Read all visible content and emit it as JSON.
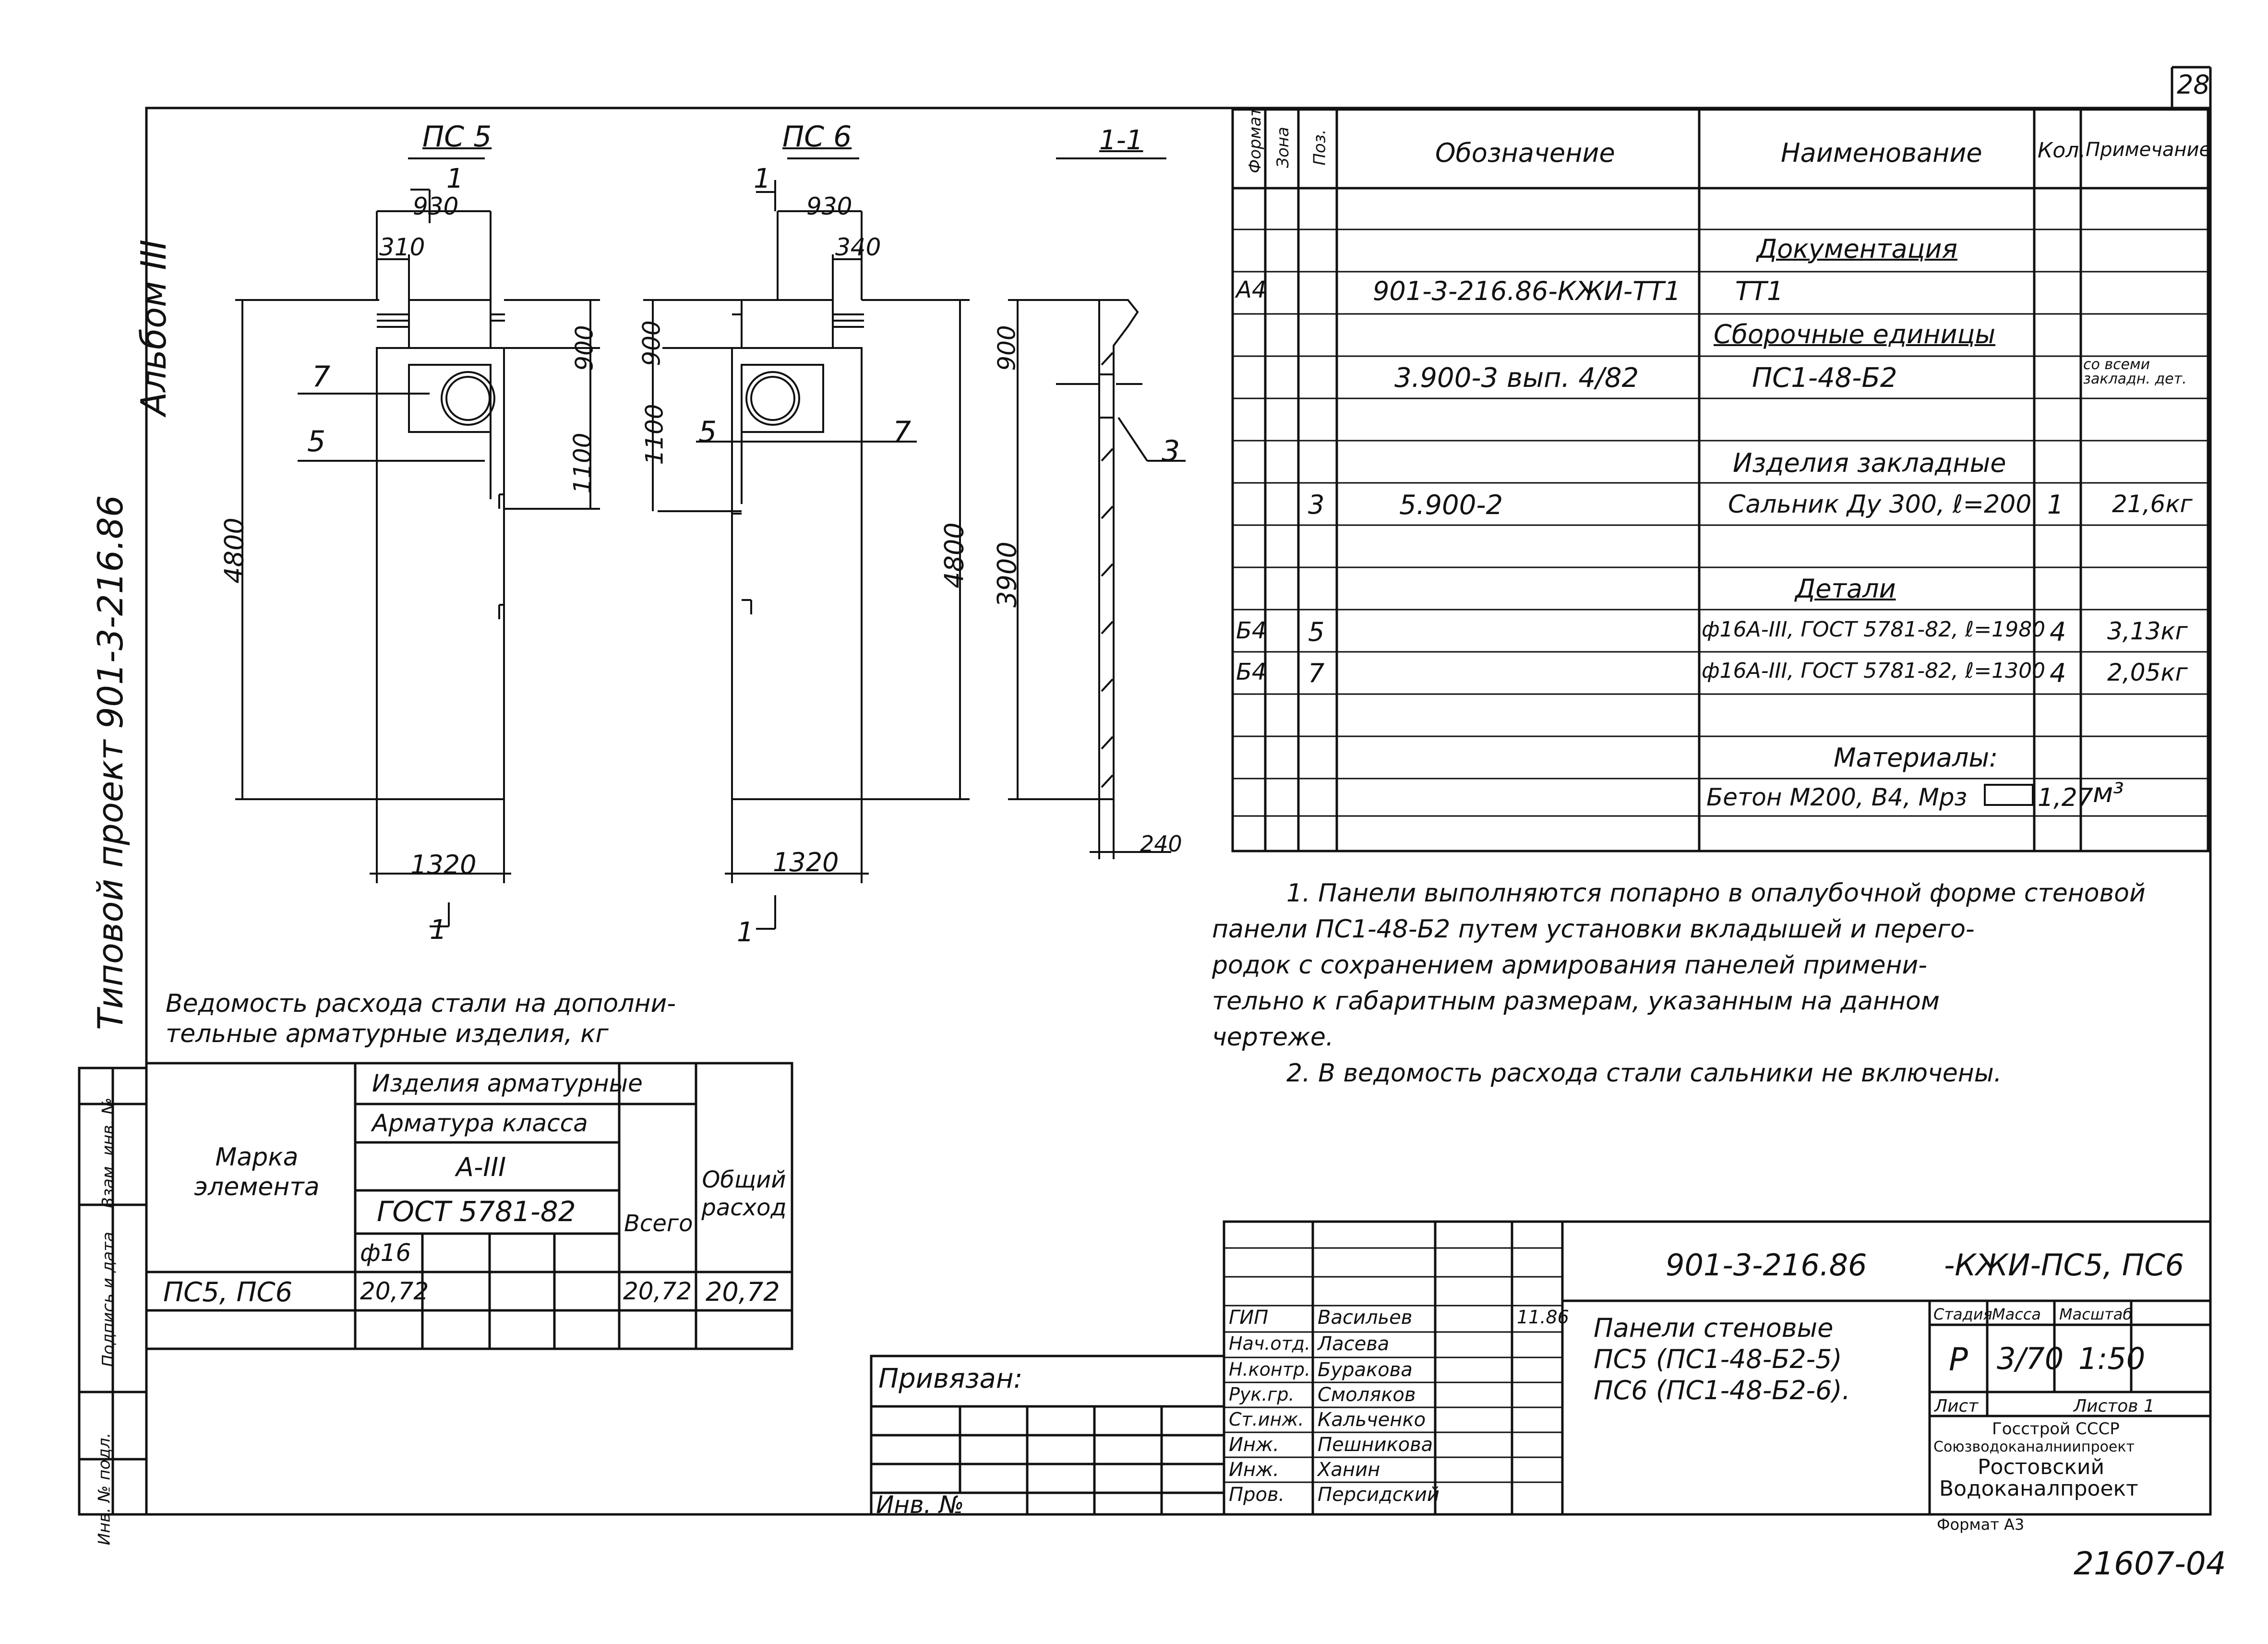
{
  "sheet_number": "28",
  "side_stamp": {
    "project": "Типовой проект 901-3-216.86",
    "album": "Альбом III"
  },
  "drawings": {
    "ps5": {
      "title": "ПС 5",
      "dim_930": "930",
      "dim_310": "310",
      "dim_900": "900",
      "dim_1100": "1100",
      "dim_4800": "4800",
      "dim_1320": "1320",
      "pos_7": "7",
      "pos_5": "5",
      "section_mark_top": "1",
      "section_mark_bottom": "1"
    },
    "ps6": {
      "title": "ПС 6",
      "dim_930": "930",
      "dim_340": "340",
      "dim_900": "900",
      "dim_1100": "1100",
      "dim_4800": "4800",
      "dim_1320": "1320",
      "pos_7": "7",
      "pos_5": "5",
      "section_mark_top": "1",
      "section_mark_bottom": "1"
    },
    "section": {
      "title": "1-1",
      "dim_900": "900",
      "dim_3900": "3900",
      "dim_240": "240",
      "pos_3": "3"
    }
  },
  "spec_table": {
    "headers": {
      "format": "Формат",
      "zone": "Зона",
      "pos": "Поз.",
      "designation": "Обозначение",
      "name": "Наименование",
      "qty": "Кол.",
      "note": "Примечание"
    },
    "rows": [
      {
        "format": "",
        "zone": "",
        "pos": "",
        "designation": "",
        "name": "",
        "qty": "",
        "note": ""
      },
      {
        "format": "",
        "zone": "",
        "pos": "",
        "designation": "",
        "name": "Документация",
        "qty": "",
        "note": "",
        "heading": true
      },
      {
        "format": "А4",
        "zone": "",
        "pos": "",
        "designation": "901-3-216.86-КЖИ-ТТ1",
        "name": "ТТ1",
        "qty": "",
        "note": ""
      },
      {
        "format": "",
        "zone": "",
        "pos": "",
        "designation": "",
        "name": "Сборочные единицы",
        "qty": "",
        "note": "",
        "heading": true
      },
      {
        "format": "",
        "zone": "",
        "pos": "",
        "designation": "3.900-3 вып. 4/82",
        "name": "ПС1-48-Б2",
        "qty": "",
        "note": "со всеми закладн. дет."
      },
      {
        "format": "",
        "zone": "",
        "pos": "",
        "designation": "",
        "name": "",
        "qty": "",
        "note": ""
      },
      {
        "format": "",
        "zone": "",
        "pos": "",
        "designation": "",
        "name": "Изделия закладные",
        "qty": "",
        "note": ""
      },
      {
        "format": "",
        "zone": "",
        "pos": "3",
        "designation": "5.900-2",
        "name": "Сальник Ду 300, ℓ=200",
        "qty": "1",
        "note": "21,6кг"
      },
      {
        "format": "",
        "zone": "",
        "pos": "",
        "designation": "",
        "name": "",
        "qty": "",
        "note": ""
      },
      {
        "format": "",
        "zone": "",
        "pos": "",
        "designation": "",
        "name": "Детали",
        "qty": "",
        "note": "",
        "heading": true
      },
      {
        "format": "Б4",
        "zone": "",
        "pos": "5",
        "designation": "",
        "name": "ф16А-III, ГОСТ 5781-82, ℓ=1980",
        "qty": "4",
        "note": "3,13кг"
      },
      {
        "format": "Б4",
        "zone": "",
        "pos": "7",
        "designation": "",
        "name": "ф16А-III, ГОСТ 5781-82, ℓ=1300",
        "qty": "4",
        "note": "2,05кг"
      },
      {
        "format": "",
        "zone": "",
        "pos": "",
        "designation": "",
        "name": "",
        "qty": "",
        "note": ""
      },
      {
        "format": "",
        "zone": "",
        "pos": "",
        "designation": "",
        "name": "Материалы:",
        "qty": "",
        "note": ""
      },
      {
        "format": "",
        "zone": "",
        "pos": "",
        "designation": "",
        "name": "Бетон М200, В4, Мрз",
        "qty": "1,27",
        "note": "м³"
      },
      {
        "format": "",
        "zone": "",
        "pos": "",
        "designation": "",
        "name": "",
        "qty": "",
        "note": ""
      }
    ]
  },
  "notes": [
    "1. Панели выполняются попарно в опалубочной форме стеновой",
    "панели ПС1-48-Б2 путем установки вкладышей и перего-",
    "родок с сохранением армирования панелей примени-",
    "тельно к габаритным размерам, указанным на данном",
    "чертеже.",
    "2. В ведомость расхода стали сальники не включены."
  ],
  "steel_table": {
    "caption_line1": "Ведомость расхода стали на дополни-",
    "caption_line2": "тельные арматурные изделия, кг",
    "col_mark": "Марка элемента",
    "group1": "Изделия арматурные",
    "group2": "Арматура класса",
    "class": "А-III",
    "gost": "ГОСТ 5781-82",
    "diameter": "ф16",
    "total": "Всего",
    "overall": "Общий расход",
    "row_mark": "ПС5, ПС6",
    "row_d16": "20,72",
    "row_total": "20,72",
    "row_overall": "20,72"
  },
  "left_strip": {
    "inv_orig": "Инв. № подл.",
    "sign_date": "Подпись и дата",
    "replace_inv": "Взам. инв. №"
  },
  "privyazan": {
    "label": "Привязан:",
    "inv": "Инв. №"
  },
  "title_block": {
    "code": "901-3-216.86",
    "code_suffix": "-КЖИ-ПС5, ПС6",
    "title_l1": "Панели стеновые",
    "title_l2": "ПС5 (ПС1-48-Б2-5)",
    "title_l3": "ПС6 (ПС1-48-Б2-6).",
    "stage_h": "Стадия",
    "mass_h": "Масса",
    "scale_h": "Масштаб",
    "stage": "Р",
    "mass": "3/70",
    "scale": "1:50",
    "sheet": "Лист",
    "sheets": "Листов 1",
    "org1": "Госстрой СССР",
    "org2": "Союзводоканалниипроект",
    "org3": "Ростовский",
    "org4": "Водоканалпроект",
    "format": "Формат А3",
    "date": "11.86",
    "people": [
      {
        "role": "ГИП",
        "name": "Васильев"
      },
      {
        "role": "Нач.отд.",
        "name": "Ласева"
      },
      {
        "role": "Н.контр.",
        "name": "Буракова"
      },
      {
        "role": "Рук.гр.",
        "name": "Смоляков"
      },
      {
        "role": "Ст.инж.",
        "name": "Кальченко"
      },
      {
        "role": "Инж.",
        "name": "Пешникова"
      },
      {
        "role": "Инж.",
        "name": "Ханин"
      },
      {
        "role": "Пров.",
        "name": "Персидский"
      }
    ]
  },
  "archive_number": "21607-04"
}
